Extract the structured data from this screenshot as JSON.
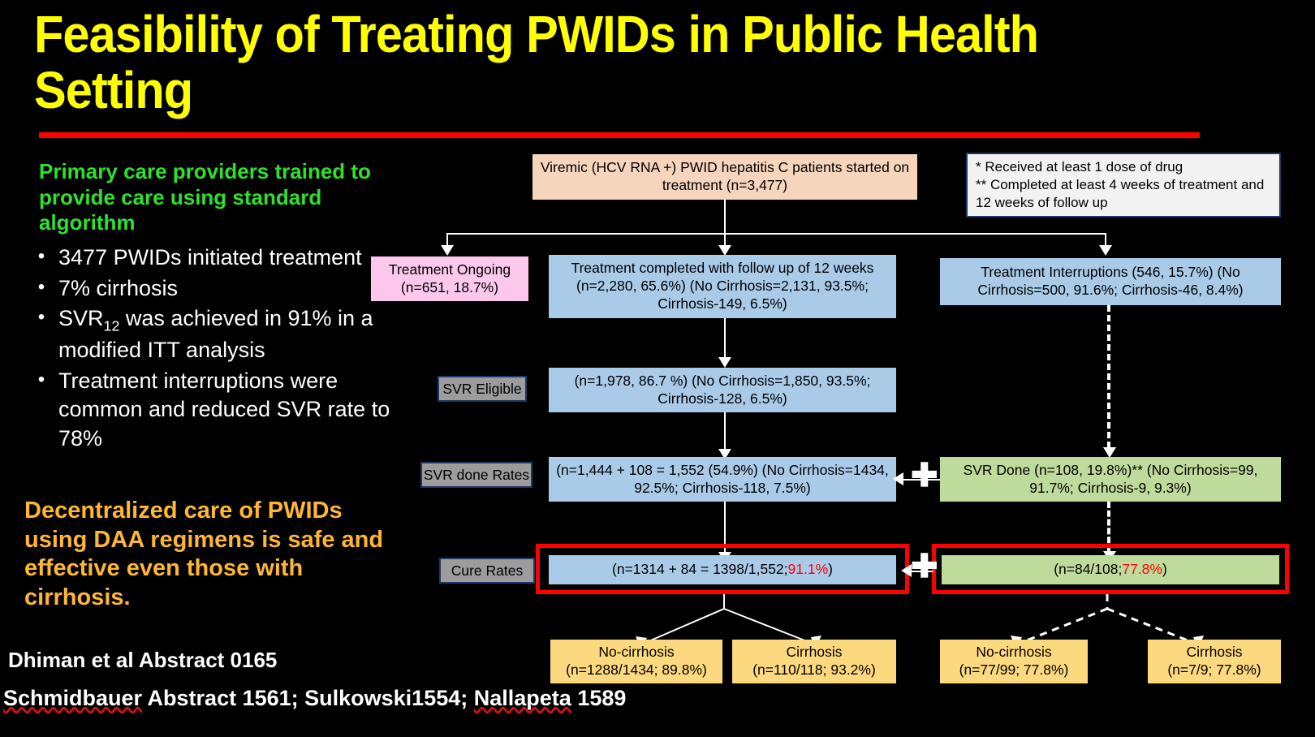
{
  "slide": {
    "title": "Feasibility of Treating PWIDs in Public Health Setting",
    "intro_note": "Primary care providers trained to provide care using standard algorithm",
    "conclusion": "Decentralized care of PWIDs using DAA regimens is safe and effective even those with cirrhosis.",
    "citation_primary": "Dhiman et al Abstract 0165",
    "citation_secondary": "Schmidbauer Abstract 1561; Sulkowski1554; Nallapeta 1589",
    "accent_colors": {
      "title_yellow": "#ffff00",
      "rule_red": "#ff0000",
      "intro_green": "#2fe02f",
      "conclusion_orange": "#ffb732",
      "highlight_red": "#ff0000",
      "box_peach": "#f6d5bd",
      "box_pink": "#fbc8ec",
      "box_blue": "#a9cbe8",
      "box_green": "#bfdb9b",
      "box_amber": "#fcd97f",
      "label_gray": "#9c9c9c",
      "note_border_navy": "#1f3864"
    }
  },
  "bullets": [
    {
      "marker": "•",
      "text_a": "3477 PWIDs initiated treatment"
    },
    {
      "marker": "•",
      "text_a": "7% cirrhosis"
    },
    {
      "marker": "•",
      "text_a": "SVR",
      "sub": "12",
      "text_b": " was achieved in 91% in a modified ITT analysis"
    },
    {
      "marker": "•",
      "text_a": "Treatment interruptions were common and reduced SVR rate to 78%"
    }
  ],
  "flow": {
    "root": "Viremic (HCV RNA +) PWID hepatitis C patients started on treatment (n=3,477)",
    "footnote": "* Received at least 1 dose of drug\n** Completed at least 4 weeks of treatment and 12 weeks of follow up",
    "ongoing": "Treatment Ongoing (n=651, 18.7%)",
    "completed": "Treatment completed with follow up of 12 weeks (n=2,280, 65.6%) (No Cirrhosis=2,131, 93.5%; Cirrhosis-149, 6.5%)",
    "interruptions": "Treatment Interruptions (546, 15.7%) (No Cirrhosis=500, 91.6%; Cirrhosis-46, 8.4%)",
    "svr_eligible_label": "SVR Eligible",
    "svr_eligible_value": "(n=1,978, 86.7 %) (No Cirrhosis=1,850, 93.5%; Cirrhosis-128, 6.5%)",
    "svr_done_rates_label": "SVR done Rates",
    "svr_done_rates_value": "(n=1,444 + 108 = 1,552 (54.9%) (No Cirrhosis=1434, 92.5%; Cirrhosis-118, 7.5%)",
    "svr_done_right": "SVR Done (n=108, 19.8%)** (No Cirrhosis=99, 91.7%; Cirrhosis-9, 9.3%)",
    "cure_rates_label": "Cure Rates",
    "cure_left_prefix": "(n=1314 + 84 = 1398/1,552; ",
    "cure_left_pct": "91.1%",
    "cure_left_suffix": ")",
    "cure_right_prefix": "(n=84/108; ",
    "cure_right_pct": "77.8%",
    "cure_right_suffix": ")",
    "plus_symbol": "✚",
    "outcomes": [
      {
        "title": "No-cirrhosis",
        "value": "(n=1288/1434; 89.8%)"
      },
      {
        "title": "Cirrhosis",
        "value": "(n=110/118; 93.2%)"
      },
      {
        "title": "No-cirrhosis",
        "value": "(n=77/99; 77.8%)"
      },
      {
        "title": "Cirrhosis",
        "value": "(n=7/9; 77.8%)"
      }
    ]
  }
}
